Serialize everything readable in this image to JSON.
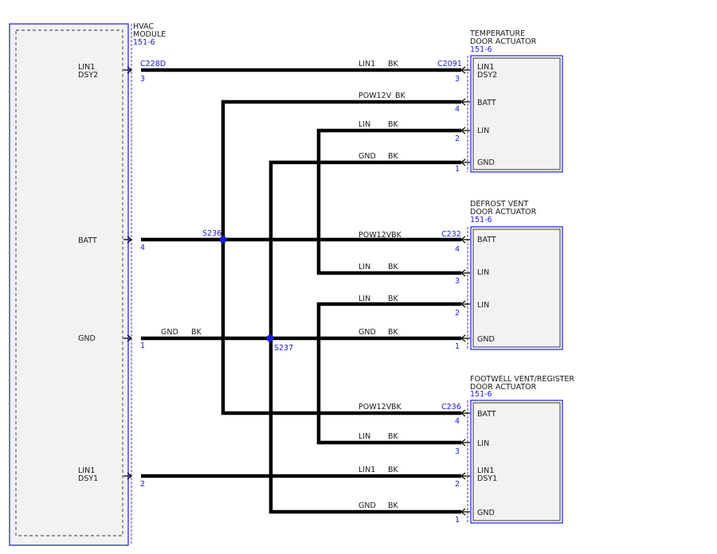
{
  "hvac_module": {
    "title_line1": "HVAC",
    "title_line2": "MODULE",
    "ref": "151-6",
    "pin_labels": {
      "lin1_dsy2_l1": "LIN1",
      "lin1_dsy2_l2": "DSY2",
      "batt": "BATT",
      "gnd": "GND",
      "lin1_dsy1_l1": "LIN1",
      "lin1_dsy1_l2": "DSY1"
    },
    "connector": "C228D",
    "pins": {
      "lin1_dsy2": "3",
      "batt": "4",
      "gnd": "1",
      "lin1_dsy1": "2"
    }
  },
  "temp_actuator": {
    "title_line1": "TEMPERATURE",
    "title_line2": "DOOR ACTUATOR",
    "ref": "151-6",
    "connector": "C2091",
    "pin_labels": {
      "lin1": "LIN1",
      "dsy2": "DSY2",
      "batt": "BATT",
      "lin": "LIN",
      "gnd": "GND"
    },
    "pins": {
      "lin1_dsy2": "3",
      "batt": "4",
      "lin": "2",
      "gnd": "1"
    }
  },
  "defrost_actuator": {
    "title_line1": "DEFROST VENT",
    "title_line2": "DOOR ACTUATOR",
    "ref": "151-6",
    "connector": "C232",
    "pin_labels": {
      "batt": "BATT",
      "lin_a": "LIN",
      "lin_b": "LIN",
      "gnd": "GND"
    },
    "pins": {
      "batt": "4",
      "lin_a": "3",
      "lin_b": "2",
      "gnd": "1"
    }
  },
  "footwell_actuator": {
    "title_line1": "FOOTWELL VENT/REGISTER",
    "title_line2": "DOOR ACTUATOR",
    "ref": "151-6",
    "connector": "C236",
    "pin_labels": {
      "batt": "BATT",
      "lin": "LIN",
      "lin1": "LIN1",
      "dsy1": "DSY1",
      "gnd": "GND"
    },
    "pins": {
      "batt": "4",
      "lin": "3",
      "lin1_dsy1": "2",
      "gnd": "1"
    }
  },
  "splices": {
    "s236": "S236",
    "s237": "S237"
  },
  "wires": {
    "w1_name": "LIN1",
    "w1_color": "BK",
    "w2_name": "POW12V",
    "w2_color": "BK",
    "w3_name": "LIN",
    "w3_color": "BK",
    "w4_name": "GND",
    "w4_color": "BK",
    "w5_name": "POW12V",
    "w5_color": "BK",
    "w6_name": "LIN",
    "w6_color": "BK",
    "w7_name": "LIN",
    "w7_color": "BK",
    "w8_name": "GND",
    "w8_color": "BK",
    "w8b_name": "GND",
    "w8b_color": "BK",
    "w9_name": "POW12V",
    "w9_color": "BK",
    "w10_name": "LIN",
    "w10_color": "BK",
    "w11_name": "LIN1",
    "w11_color": "BK",
    "w12_name": "GND",
    "w12_color": "BK"
  },
  "colors": {
    "wire": "#000000",
    "component_outline": "#1a1adc",
    "splice": "#1a1adc",
    "component_fill": "#f2f2f2"
  }
}
